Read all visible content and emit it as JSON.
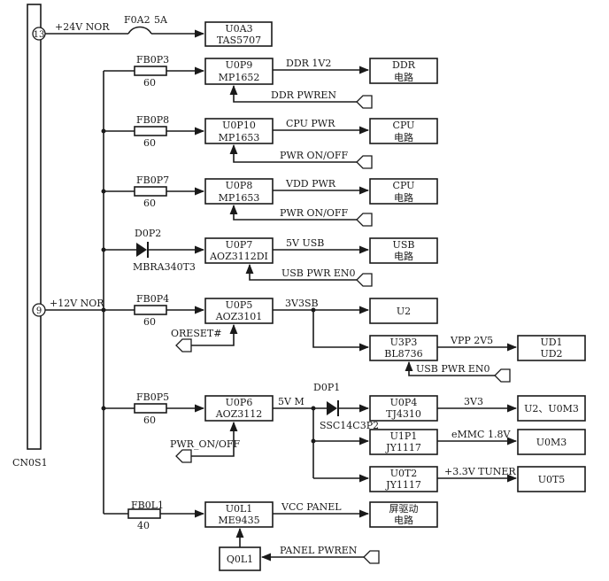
{
  "connector": {
    "name": "CN0S1",
    "pin13": "13",
    "pin9": "9"
  },
  "rails": {
    "v24": "+24V NOR",
    "v12": "+12V NOR"
  },
  "fuse": {
    "name": "F0A2",
    "rating": "5A"
  },
  "ferrites": {
    "fb0p3": {
      "name": "FB0P3",
      "value": "60"
    },
    "fb0p8": {
      "name": "FB0P8",
      "value": "60"
    },
    "fb0p7": {
      "name": "FB0P7",
      "value": "60"
    },
    "fb0p4": {
      "name": "FB0P4",
      "value": "60"
    },
    "fb0p5": {
      "name": "FB0P5",
      "value": "60"
    },
    "fb0l1": {
      "name": "FB0L1",
      "value": "40"
    }
  },
  "diodes": {
    "d0p2": {
      "name": "D0P2",
      "part": "MBRA340T3"
    },
    "d0p1": {
      "name": "D0P1",
      "part": "SSC14C3P2"
    }
  },
  "chips": {
    "u0a3": {
      "line1": "U0A3",
      "line2": "TAS5707"
    },
    "u0p9": {
      "line1": "U0P9",
      "line2": "MP1652"
    },
    "u0p10": {
      "line1": "U0P10",
      "line2": "MP1653"
    },
    "u0p8": {
      "line1": "U0P8",
      "line2": "MP1653"
    },
    "u0p7": {
      "line1": "U0P7",
      "line2": "AOZ3112DI"
    },
    "u0p5": {
      "line1": "U0P5",
      "line2": "AOZ3101"
    },
    "u3p3": {
      "line1": "U3P3",
      "line2": "BL8736"
    },
    "u0p6": {
      "line1": "U0P6",
      "line2": "AOZ3112"
    },
    "u0p4": {
      "line1": "U0P4",
      "line2": "TJ4310"
    },
    "u1p1": {
      "line1": "U1P1",
      "line2": "JY1117"
    },
    "u0t2": {
      "line1": "U0T2",
      "line2": "JY1117"
    },
    "u0l1": {
      "line1": "U0L1",
      "line2": "ME9435"
    },
    "q0l1": {
      "line1": "Q0L1"
    }
  },
  "loads": {
    "ddr": {
      "line1": "DDR",
      "line2": "电路"
    },
    "cpu1": {
      "line1": "CPU",
      "line2": "电路"
    },
    "cpu2": {
      "line1": "CPU",
      "line2": "电路"
    },
    "usb": {
      "line1": "USB",
      "line2": "电路"
    },
    "u2": {
      "line1": "U2"
    },
    "ud": {
      "line1": "UD1",
      "line2": "UD2"
    },
    "u2u0m3": {
      "line1": "U2、U0M3"
    },
    "u0m3": {
      "line1": "U0M3"
    },
    "u0t5": {
      "line1": "U0T5"
    },
    "panel": {
      "line1": "屏驱动",
      "line2": "电路"
    }
  },
  "nets": {
    "ddr_1v2": "DDR 1V2",
    "ddr_pwren": "DDR PWREN",
    "cpu_pwr": "CPU PWR",
    "pwr_onoff_1": "PWR ON/OFF",
    "vdd_pwr": "VDD PWR",
    "pwr_onoff_2": "PWR ON/OFF",
    "v5_usb": "5V USB",
    "usb_pwr_en0_1": "USB PWR EN0",
    "v3v3sb": "3V3SB",
    "vpp_2v5": "VPP 2V5",
    "usb_pwr_en0_2": "USB PWR EN0",
    "oreset": "ORESET#",
    "v5_m": "5V M",
    "v3v3": "3V3",
    "emmc": "eMMC 1.8V",
    "tuner": "+3.3V TUNER",
    "pwr_onoff_3": "PWR_ON/OFF",
    "vcc_panel": "VCC PANEL",
    "panel_pwren": "PANEL PWREN"
  }
}
